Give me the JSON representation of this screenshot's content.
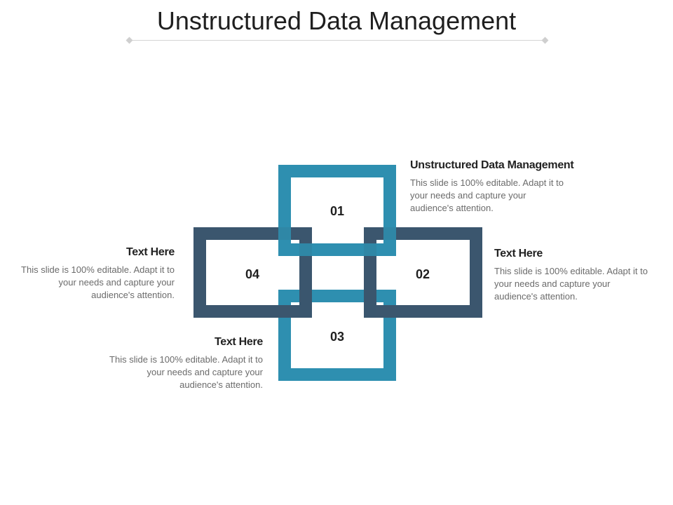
{
  "title": "Unstructured Data Management",
  "colors": {
    "teal": "#2E8FB0",
    "slate": "#3B566E",
    "title_rule": "#d4d4d4"
  },
  "diagram": {
    "nodes": [
      {
        "number": "01",
        "color": "teal"
      },
      {
        "number": "02",
        "color": "slate"
      },
      {
        "number": "03",
        "color": "teal"
      },
      {
        "number": "04",
        "color": "slate"
      }
    ]
  },
  "items": [
    {
      "heading": "Unstructured Data Management",
      "body": "This slide is 100% editable. Adapt it to your needs and capture your audience's attention."
    },
    {
      "heading": "Text Here",
      "body": "This slide is 100% editable. Adapt it to your needs and capture your audience's attention."
    },
    {
      "heading": "Text Here",
      "body": "This slide is 100% editable. Adapt it to your needs and capture your audience's attention."
    },
    {
      "heading": "Text Here",
      "body": "This slide is 100% editable. Adapt it to your needs and capture your audience's attention."
    }
  ]
}
